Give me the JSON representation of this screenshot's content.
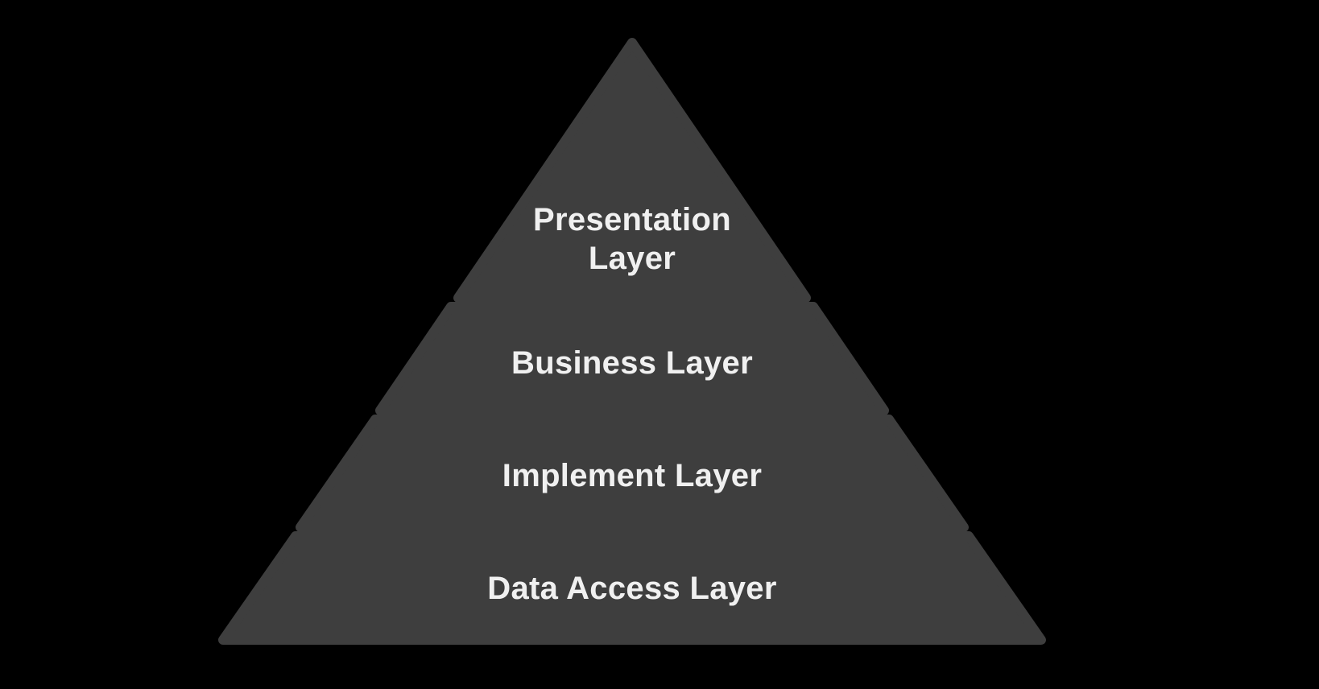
{
  "pyramid": {
    "colors": {
      "background": "#000000",
      "segment_fill": "#3e3e3e",
      "text": "#f0f0f0"
    },
    "layers": [
      {
        "id": "presentation-layer",
        "label": "Presentation Layer",
        "lines": [
          "Presentation",
          "Layer"
        ]
      },
      {
        "id": "business-layer",
        "label": "Business Layer",
        "lines": [
          "Business Layer"
        ]
      },
      {
        "id": "implement-layer",
        "label": "Implement Layer",
        "lines": [
          "Implement Layer"
        ]
      },
      {
        "id": "data-access-layer",
        "label": "Data Access Layer",
        "lines": [
          "Data Access Layer"
        ]
      }
    ]
  }
}
